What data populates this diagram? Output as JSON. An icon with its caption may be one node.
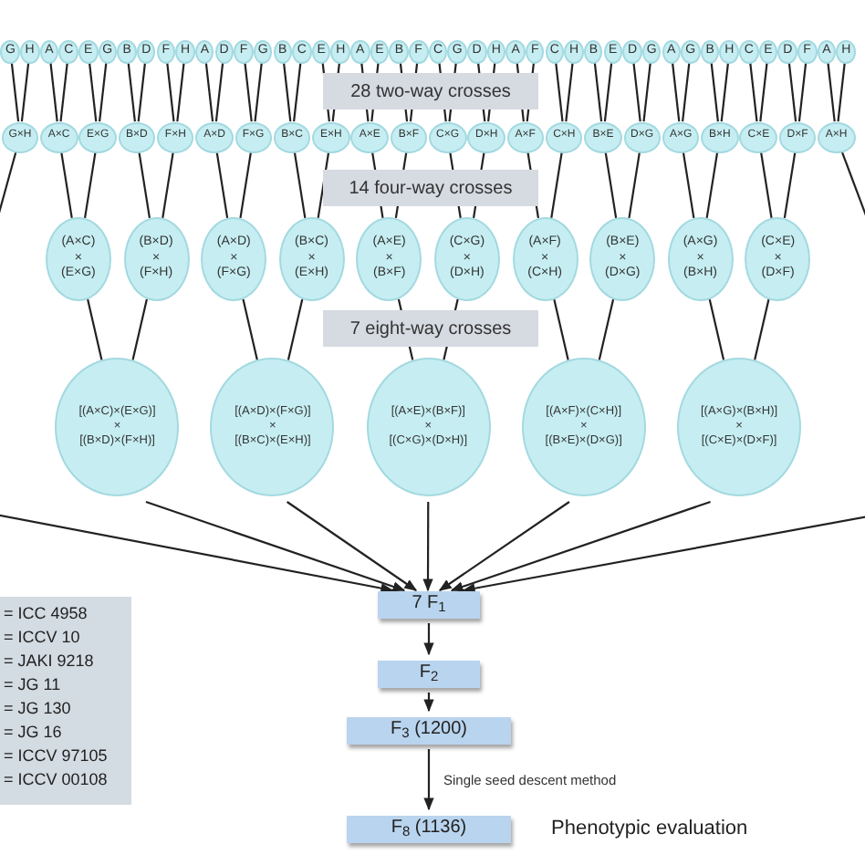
{
  "diagram": {
    "nodes": [
      {
        "text": [
          "G"
        ]
      },
      {
        "text": [
          "H"
        ]
      },
      {
        "text": [
          "A"
        ]
      },
      {
        "text": [
          "C"
        ]
      },
      {
        "text": [
          "E"
        ]
      },
      {
        "text": [
          "G"
        ]
      },
      {
        "text": [
          "B"
        ]
      },
      {
        "text": [
          "D"
        ]
      },
      {
        "text": [
          "F"
        ]
      },
      {
        "text": [
          "H"
        ]
      },
      {
        "text": [
          "A"
        ]
      },
      {
        "text": [
          "D"
        ]
      },
      {
        "text": [
          "F"
        ]
      },
      {
        "text": [
          "G"
        ]
      },
      {
        "text": [
          "B"
        ]
      },
      {
        "text": [
          "C"
        ]
      },
      {
        "text": [
          "E"
        ]
      },
      {
        "text": [
          "H"
        ]
      },
      {
        "text": [
          "A"
        ]
      },
      {
        "text": [
          "E"
        ]
      },
      {
        "text": [
          "B"
        ]
      },
      {
        "text": [
          "F"
        ]
      },
      {
        "text": [
          "C"
        ]
      },
      {
        "text": [
          "G"
        ]
      },
      {
        "text": [
          "D"
        ]
      },
      {
        "text": [
          "H"
        ]
      },
      {
        "text": [
          "A"
        ]
      },
      {
        "text": [
          "F"
        ]
      },
      {
        "text": [
          "C"
        ]
      },
      {
        "text": [
          "H"
        ]
      },
      {
        "text": [
          "B"
        ]
      },
      {
        "text": [
          "E"
        ]
      },
      {
        "text": [
          "D"
        ]
      },
      {
        "text": [
          "G"
        ]
      },
      {
        "text": [
          "A"
        ]
      },
      {
        "text": [
          "G"
        ]
      },
      {
        "text": [
          "B"
        ]
      },
      {
        "text": [
          "H"
        ]
      },
      {
        "text": [
          "C"
        ]
      },
      {
        "text": [
          "E"
        ]
      },
      {
        "text": [
          "D"
        ]
      },
      {
        "text": [
          "F"
        ]
      },
      {
        "text": [
          "A"
        ]
      },
      {
        "text": [
          "H"
        ]
      },
      {
        "text": [
          "G×H"
        ]
      },
      {
        "text": [
          "A×C"
        ]
      },
      {
        "text": [
          "E×G"
        ]
      },
      {
        "text": [
          "B×D"
        ]
      },
      {
        "text": [
          "F×H"
        ]
      },
      {
        "text": [
          "A×D"
        ]
      },
      {
        "text": [
          "F×G"
        ]
      },
      {
        "text": [
          "B×C"
        ]
      },
      {
        "text": [
          "E×H"
        ]
      },
      {
        "text": [
          "A×E"
        ]
      },
      {
        "text": [
          "B×F"
        ]
      },
      {
        "text": [
          "C×G"
        ]
      },
      {
        "text": [
          "D×H"
        ]
      },
      {
        "text": [
          "A×F"
        ]
      },
      {
        "text": [
          "C×H"
        ]
      },
      {
        "text": [
          "B×E"
        ]
      },
      {
        "text": [
          "D×G"
        ]
      },
      {
        "text": [
          "A×G"
        ]
      },
      {
        "text": [
          "B×H"
        ]
      },
      {
        "text": [
          "C×E"
        ]
      },
      {
        "text": [
          "D×F"
        ]
      },
      {
        "text": [
          "A×H"
        ]
      },
      {
        "text": [
          "(A×C) × (E×G)"
        ]
      },
      {
        "text": [
          "(B×D) × (F×H)"
        ]
      },
      {
        "text": [
          "(A×D) × (F×G)"
        ]
      },
      {
        "text": [
          "(B×C) × (E×H)"
        ]
      },
      {
        "text": [
          "(A×E) × (B×F)"
        ]
      },
      {
        "text": [
          "(C×G) × (D×H)"
        ]
      },
      {
        "text": [
          "(A×F) × (C×H)"
        ]
      },
      {
        "text": [
          "(B×E) × (D×G)"
        ]
      },
      {
        "text": [
          "(A×G) × (B×H)"
        ]
      },
      {
        "text": [
          "(C×E) × (D×F)"
        ]
      },
      {
        "text": [
          "[(A×C)×(E×G)] × [(B×D)×(F×H)]"
        ]
      },
      {
        "text": [
          "[(A×D)×(F×G)] × [(B×C)×(E×H)]"
        ]
      },
      {
        "text": [
          "[(A×E)×(B×F)] × [(C×G)×(D×H)]"
        ]
      },
      {
        "text": [
          "[(A×F)×(C×H)] × [(B×E)×(D×G)]"
        ]
      },
      {
        "text": [
          "[(A×G)×(B×H)] × [(C×E)×(D×F)]"
        ]
      },
      {
        "text": [
          "= ICC 4958",
          "= ICCV 10",
          "= JAKI 9218",
          "= JG 11",
          "= JG 130",
          "= JG 16",
          "= ICCV 97105",
          "= ICCV 00108"
        ]
      },
      {
        "text": [
          "7 F$_{1}$"
        ]
      },
      {
        "text": [
          "F$_{2}$"
        ]
      },
      {
        "text": [
          "F$_{3}$ (1200)"
        ]
      },
      {
        "text": [
          "F$_{8}$ (1136)"
        ],
        "beside": [
          "Phenotypic evaluation"
        ]
      }
    ],
    "edges": [
      {
        "from": 0,
        "to": 44,
        "arrow": "none"
      },
      {
        "from": 1,
        "to": 44,
        "arrow": "none"
      },
      {
        "from": 2,
        "to": 45,
        "arrow": "none"
      },
      {
        "from": 3,
        "to": 45,
        "arrow": "none"
      },
      {
        "from": 4,
        "to": 46,
        "arrow": "none"
      },
      {
        "from": 5,
        "to": 46,
        "arrow": "none"
      },
      {
        "from": 6,
        "to": 47,
        "arrow": "none"
      },
      {
        "from": 7,
        "to": 47,
        "arrow": "none"
      },
      {
        "from": 8,
        "to": 48,
        "arrow": "none"
      },
      {
        "from": 9,
        "to": 48,
        "arrow": "none"
      },
      {
        "from": 10,
        "to": 49,
        "arrow": "none"
      },
      {
        "from": 11,
        "to": 49,
        "arrow": "none"
      },
      {
        "from": 12,
        "to": 50,
        "arrow": "none"
      },
      {
        "from": 13,
        "to": 50,
        "arrow": "none"
      },
      {
        "from": 14,
        "to": 51,
        "arrow": "none"
      },
      {
        "from": 15,
        "to": 51,
        "arrow": "none"
      },
      {
        "from": 16,
        "to": 52,
        "arrow": "none"
      },
      {
        "from": 17,
        "to": 52,
        "arrow": "none"
      },
      {
        "from": 18,
        "to": 53,
        "arrow": "none"
      },
      {
        "from": 19,
        "to": 53,
        "arrow": "none"
      },
      {
        "from": 20,
        "to": 54,
        "arrow": "none"
      },
      {
        "from": 21,
        "to": 54,
        "arrow": "none"
      },
      {
        "from": 22,
        "to": 55,
        "arrow": "none"
      },
      {
        "from": 23,
        "to": 55,
        "arrow": "none"
      },
      {
        "from": 24,
        "to": 56,
        "arrow": "none"
      },
      {
        "from": 25,
        "to": 56,
        "arrow": "none"
      },
      {
        "from": 26,
        "to": 57,
        "arrow": "none"
      },
      {
        "from": 27,
        "to": 57,
        "arrow": "none"
      },
      {
        "from": 28,
        "to": 58,
        "arrow": "none"
      },
      {
        "from": 29,
        "to": 58,
        "arrow": "none"
      },
      {
        "from": 30,
        "to": 59,
        "arrow": "none"
      },
      {
        "from": 31,
        "to": 59,
        "arrow": "none"
      },
      {
        "from": 32,
        "to": 60,
        "arrow": "none"
      },
      {
        "from": 33,
        "to": 60,
        "arrow": "none"
      },
      {
        "from": 34,
        "to": 61,
        "arrow": "none"
      },
      {
        "from": 35,
        "to": 61,
        "arrow": "none"
      },
      {
        "from": 36,
        "to": 62,
        "arrow": "none"
      },
      {
        "from": 37,
        "to": 62,
        "arrow": "none"
      },
      {
        "from": 38,
        "to": 63,
        "arrow": "none"
      },
      {
        "from": 39,
        "to": 63,
        "arrow": "none"
      },
      {
        "from": 40,
        "to": 64,
        "arrow": "none"
      },
      {
        "from": 41,
        "to": 64,
        "arrow": "none"
      },
      {
        "from": 42,
        "to": 65,
        "arrow": "none"
      },
      {
        "from": 43,
        "to": 65,
        "arrow": "none"
      },
      {
        "from": 44,
        "to": null,
        "arrow": "none"
      },
      {
        "from": 45,
        "to": 66,
        "arrow": "none"
      },
      {
        "from": 46,
        "to": 66,
        "arrow": "none"
      },
      {
        "from": 47,
        "to": 67,
        "arrow": "none"
      },
      {
        "from": 48,
        "to": 67,
        "arrow": "none"
      },
      {
        "from": 49,
        "to": 68,
        "arrow": "none"
      },
      {
        "from": 50,
        "to": 68,
        "arrow": "none"
      },
      {
        "from": 51,
        "to": 69,
        "arrow": "none"
      },
      {
        "from": 52,
        "to": 69,
        "arrow": "none"
      },
      {
        "from": 53,
        "to": 70,
        "arrow": "none"
      },
      {
        "from": 54,
        "to": 70,
        "arrow": "none"
      },
      {
        "from": 55,
        "to": 71,
        "arrow": "none"
      },
      {
        "from": 56,
        "to": 71,
        "arrow": "none"
      },
      {
        "from": 57,
        "to": 72,
        "arrow": "none"
      },
      {
        "from": 58,
        "to": 72,
        "arrow": "none"
      },
      {
        "from": 59,
        "to": 73,
        "arrow": "none"
      },
      {
        "from": 60,
        "to": 73,
        "arrow": "none"
      },
      {
        "from": 61,
        "to": 74,
        "arrow": "none"
      },
      {
        "from": 62,
        "to": 74,
        "arrow": "none"
      },
      {
        "from": 63,
        "to": 75,
        "arrow": "none"
      },
      {
        "from": 64,
        "to": 75,
        "arrow": "none"
      },
      {
        "from": 65,
        "to": null,
        "arrow": "none"
      },
      {
        "from": 66,
        "to": 76,
        "arrow": "none"
      },
      {
        "from": 67,
        "to": 76,
        "arrow": "none"
      },
      {
        "from": 68,
        "to": 77,
        "arrow": "none"
      },
      {
        "from": 69,
        "to": 77,
        "arrow": "none"
      },
      {
        "from": 70,
        "to": 78,
        "arrow": "none"
      },
      {
        "from": 71,
        "to": 78,
        "arrow": "none"
      },
      {
        "from": 72,
        "to": 79,
        "arrow": "none"
      },
      {
        "from": 73,
        "to": 79,
        "arrow": "none"
      },
      {
        "from": 74,
        "to": 80,
        "arrow": "none"
      },
      {
        "from": 75,
        "to": 80,
        "arrow": "none"
      },
      {
        "from": null,
        "to": 82,
        "arrow": "to"
      },
      {
        "from": 76,
        "to": 82,
        "arrow": "to"
      },
      {
        "from": 77,
        "to": 82,
        "arrow": "to"
      },
      {
        "from": 78,
        "to": 82,
        "arrow": "to"
      },
      {
        "from": 79,
        "to": 82,
        "arrow": "to"
      },
      {
        "from": 80,
        "to": 82,
        "arrow": "to"
      },
      {
        "from": null,
        "to": 82,
        "arrow": "to"
      },
      {
        "from": 82,
        "to": 83,
        "arrow": "to"
      },
      {
        "from": 83,
        "to": 84,
        "arrow": "to"
      },
      {
        "from": 84,
        "to": 85,
        "arrow": "to",
        "label": "Single seed descent method"
      }
    ],
    "labels": [
      "28 two-way crosses",
      "14 four-way crosses",
      "7 eight-way crosses"
    ]
  }
}
